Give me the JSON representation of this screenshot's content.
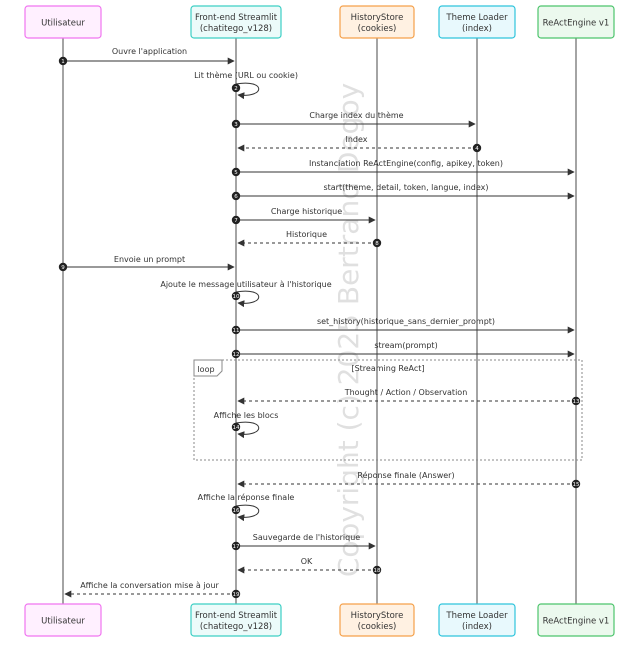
{
  "watermark": "Copyright (c) 2025 Bertrand Degoy",
  "participants": [
    {
      "id": "user",
      "line1": "Utilisateur",
      "line2": "",
      "stroke": "#f075f0",
      "fill": "#fff0ff"
    },
    {
      "id": "front",
      "line1": "Front-end Streamlit",
      "line2": "(chatitego_v128)",
      "stroke": "#3ccfc4",
      "fill": "#ecfbfa"
    },
    {
      "id": "history",
      "line1": "HistoryStore",
      "line2": "(cookies)",
      "stroke": "#f5a04a",
      "fill": "#fff1e2"
    },
    {
      "id": "theme",
      "line1": "Theme Loader",
      "line2": "(index)",
      "stroke": "#2ec4dc",
      "fill": "#e8f9fd"
    },
    {
      "id": "engine",
      "line1": "ReActEngine v1",
      "line2": "",
      "stroke": "#4cc46c",
      "fill": "#ecf9ee"
    }
  ],
  "messages": [
    {
      "num": "1",
      "from": "user",
      "to": "front",
      "label": "Ouvre l'application",
      "dashed": false
    },
    {
      "num": "2",
      "from": "front",
      "to": "front",
      "label": "Lit thème (URL ou cookie)",
      "dashed": false
    },
    {
      "num": "3",
      "from": "front",
      "to": "theme",
      "label": "Charge index du thème",
      "dashed": false
    },
    {
      "num": "4",
      "from": "theme",
      "to": "front",
      "label": "Index",
      "dashed": true
    },
    {
      "num": "5",
      "from": "front",
      "to": "engine",
      "label": "Instanciation ReActEngine(config, apikey, token)",
      "dashed": false
    },
    {
      "num": "6",
      "from": "front",
      "to": "engine",
      "label": "start(theme, detail, token, langue, index)",
      "dashed": false
    },
    {
      "num": "7",
      "from": "front",
      "to": "history",
      "label": "Charge historique",
      "dashed": false
    },
    {
      "num": "8",
      "from": "history",
      "to": "front",
      "label": "Historique",
      "dashed": true
    },
    {
      "num": "9",
      "from": "user",
      "to": "front",
      "label": "Envoie un prompt",
      "dashed": false
    },
    {
      "num": "10",
      "from": "front",
      "to": "front",
      "label": "Ajoute le message utilisateur à l'historique",
      "dashed": false
    },
    {
      "num": "11",
      "from": "front",
      "to": "engine",
      "label": "set_history(historique_sans_dernier_prompt)",
      "dashed": false
    },
    {
      "num": "12",
      "from": "front",
      "to": "engine",
      "label": "stream(prompt)",
      "dashed": false
    },
    {
      "num": "13",
      "from": "engine",
      "to": "front",
      "label": "Thought / Action / Observation",
      "dashed": true
    },
    {
      "num": "14",
      "from": "front",
      "to": "front",
      "label": "Affiche les blocs",
      "dashed": false
    },
    {
      "num": "15",
      "from": "engine",
      "to": "front",
      "label": "Réponse finale (Answer)",
      "dashed": true
    },
    {
      "num": "16",
      "from": "front",
      "to": "front",
      "label": "Affiche la réponse finale",
      "dashed": false
    },
    {
      "num": "17",
      "from": "front",
      "to": "history",
      "label": "Sauvegarde de l'historique",
      "dashed": false
    },
    {
      "num": "18",
      "from": "history",
      "to": "front",
      "label": "OK",
      "dashed": true
    },
    {
      "num": "19",
      "from": "front",
      "to": "user",
      "label": "Affiche la conversation mise à jour",
      "dashed": true
    }
  ],
  "loop": {
    "tag": "loop",
    "title": "[Streaming ReAct]"
  }
}
